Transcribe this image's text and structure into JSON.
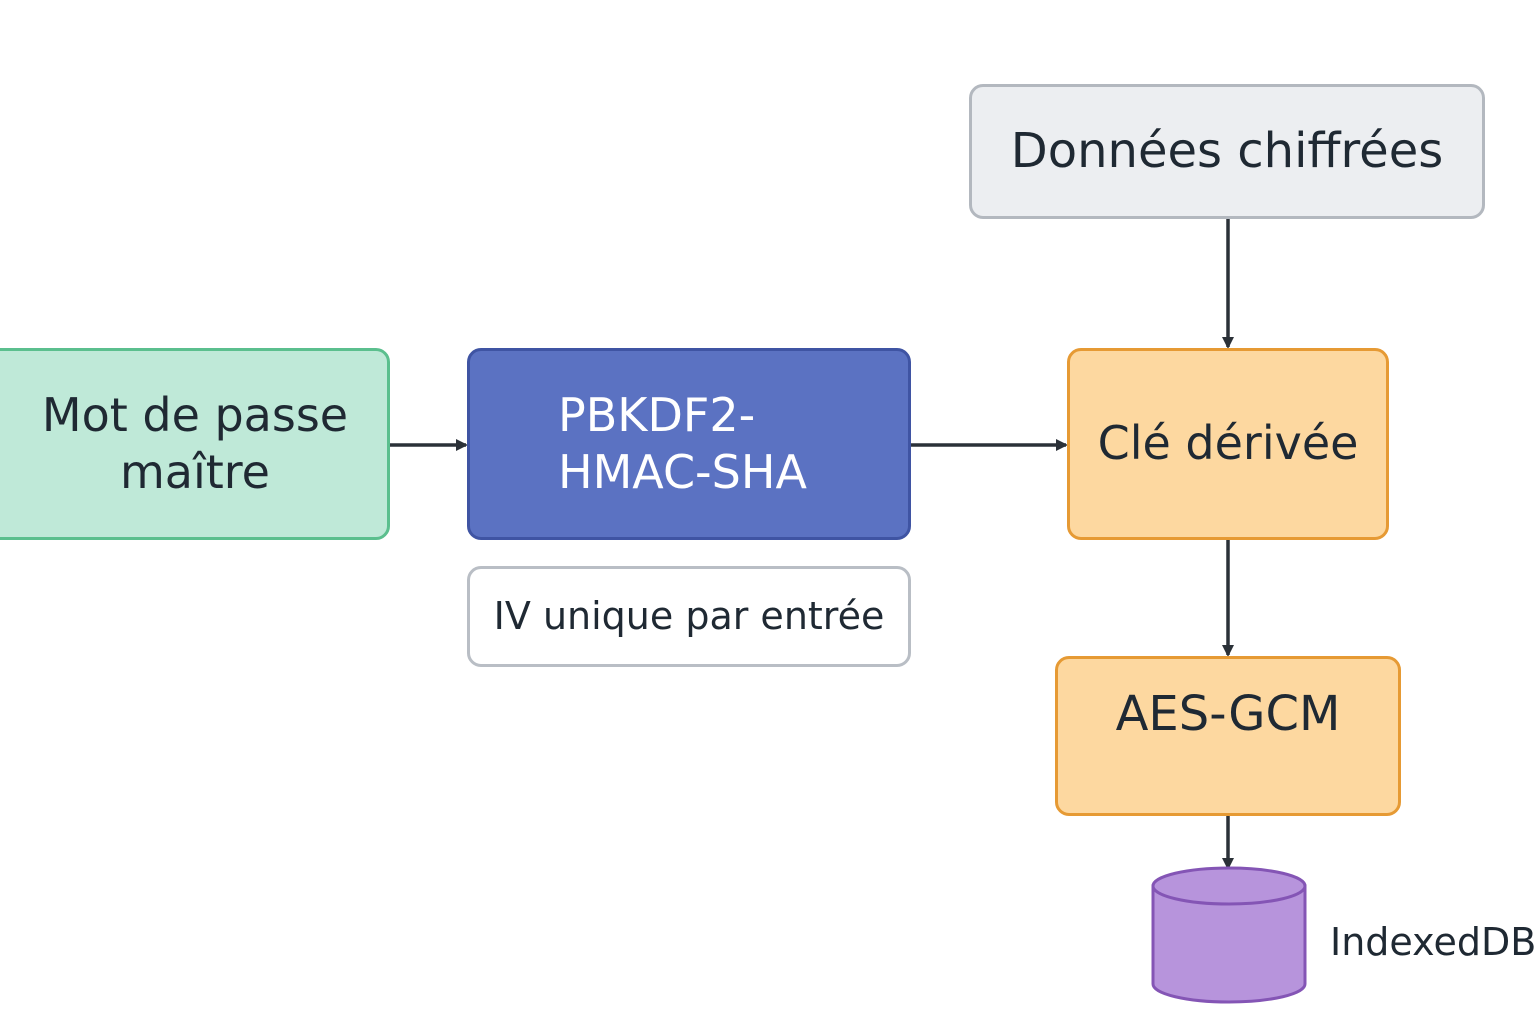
{
  "nodes": {
    "password": {
      "label_line1": "Mot de passe",
      "label_line2": "maître"
    },
    "pbkdf2": {
      "label_line1": "PBKDF2-",
      "label_line2": "HMAC-SHA"
    },
    "iv": {
      "label": "IV unique par entrée"
    },
    "data": {
      "label": "Données chiffrées"
    },
    "key": {
      "label": "Clé dérivée"
    },
    "aes": {
      "label": "AES-GCM"
    },
    "db": {
      "label": "IndexedDB"
    }
  },
  "colors": {
    "password_fill": "#bfe9d8",
    "password_border": "#5bbf8e",
    "pbkdf2_fill": "#5b72c2",
    "pbkdf2_border": "#3f54a3",
    "pbkdf2_text": "#ffffff",
    "iv_fill": "#ffffff",
    "iv_border": "#b9bec5",
    "data_fill": "#eceef1",
    "data_border": "#b3b8bf",
    "key_fill": "#fdd8a0",
    "key_border": "#e69a34",
    "aes_fill": "#fdd8a0",
    "aes_border": "#e69a34",
    "db_fill": "#b794dc",
    "db_border": "#8455b5",
    "arrow": "#2b3138",
    "text": "#1f2933"
  },
  "edges": [
    {
      "from": "password",
      "to": "pbkdf2"
    },
    {
      "from": "pbkdf2",
      "to": "key"
    },
    {
      "from": "data",
      "to": "key"
    },
    {
      "from": "key",
      "to": "aes"
    },
    {
      "from": "aes",
      "to": "db"
    }
  ]
}
